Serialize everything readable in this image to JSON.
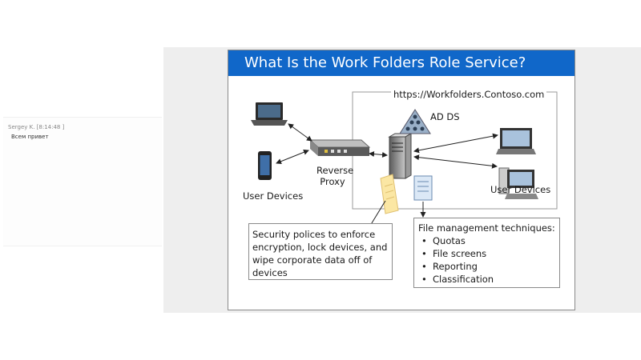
{
  "chat": {
    "meta": "Sergey K. [8:14:48 ]",
    "message": "Всем привет"
  },
  "slide": {
    "title": "What Is the Work Folders Role Service?",
    "url": "https://Workfolders.Contoso.com",
    "adds_label": "AD DS",
    "proxy_label_line1": "Reverse",
    "proxy_label_line2": "Proxy",
    "user_devices_left": "User Devices",
    "user_devices_right": "User Devices",
    "security_box": {
      "line1": "Security polices to enforce",
      "line2": "encryption, lock devices, and",
      "line3": "wipe corporate data off of",
      "line4": "devices"
    },
    "file_mgmt_box": {
      "heading": "File management techniques:",
      "items": [
        "Quotas",
        "File screens",
        "Reporting",
        "Classification"
      ]
    }
  },
  "colors": {
    "header_blue": "#1067c9",
    "stage_gray": "#eeeeee"
  },
  "icons": [
    "laptop-icon",
    "phone-icon",
    "router-icon",
    "server-icon",
    "pyramid-icon",
    "document-icon",
    "policy-document-icon",
    "monitor-icon",
    "desktop-icon"
  ]
}
